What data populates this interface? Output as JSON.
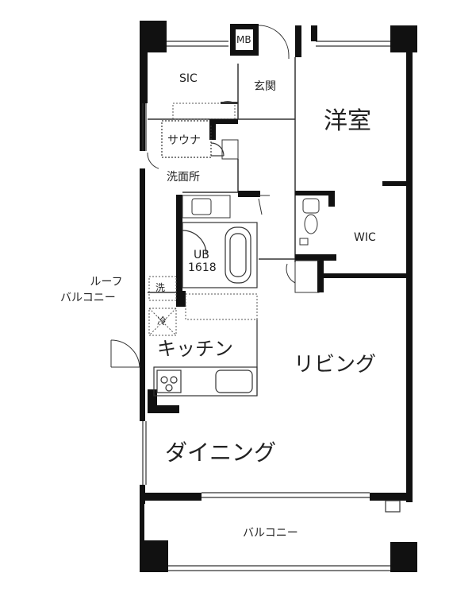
{
  "floorplan": {
    "rooms": {
      "sic": "SIC",
      "entrance": "玄関",
      "mb": "MB",
      "western_room": "洋室",
      "sauna": "サウナ",
      "washroom": "洗面所",
      "wic": "WIC",
      "unit_bath_line1": "UB",
      "unit_bath_line2": "1618",
      "roof_balcony_line1": "ルーフ",
      "roof_balcony_line2": "バルコニー",
      "washer": "洗",
      "fridge": "冷",
      "kitchen": "キッチン",
      "living": "リビング",
      "dining": "ダイニング",
      "balcony": "バルコニー"
    }
  }
}
